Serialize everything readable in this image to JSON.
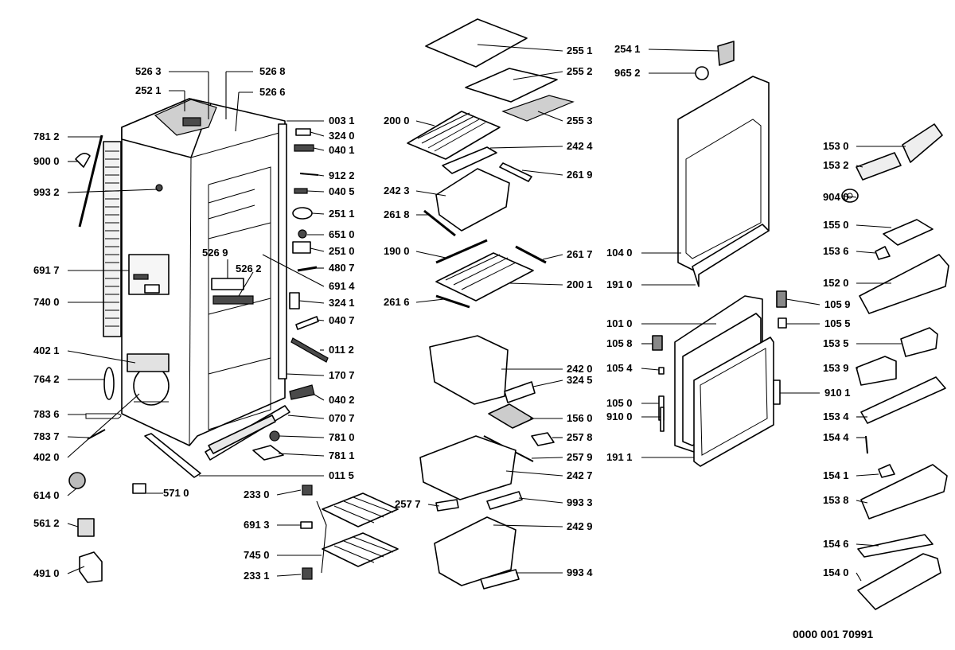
{
  "drawing_number": "0000 001 70991",
  "labels": {
    "l5263": "526 3",
    "l5268": "526 8",
    "l2521": "252 1",
    "l5266": "526 6",
    "l0031": "003 1",
    "l3240": "324 0",
    "l0401": "040 1",
    "l9122": "912 2",
    "l0405": "040 5",
    "l2511": "251 1",
    "l6510": "651 0",
    "l2510": "251 0",
    "l4807": "480 7",
    "l6914": "691 4",
    "l3241": "324 1",
    "l0407": "040 7",
    "l0112": "011 2",
    "l1707": "170 7",
    "l0402": "040 2",
    "l0707": "070 7",
    "l7810": "781 0",
    "l7811": "781 1",
    "l0115": "011 5",
    "l7812": "781 2",
    "l9000": "900 0",
    "l9932": "993 2",
    "l6917": "691 7",
    "l7400": "740 0",
    "l4021": "402 1",
    "l7642": "764 2",
    "l7836": "783 6",
    "l7837": "783 7",
    "l4020": "402 0",
    "l6140": "614 0",
    "l5710": "571 0",
    "l5612": "561 2",
    "l4910": "491 0",
    "l5269": "526 9",
    "l5262": "526 2",
    "l2551": "255 1",
    "l2552": "255 2",
    "l2553": "255 3",
    "l2000": "200 0",
    "l2424": "242 4",
    "l2619": "261 9",
    "l2423": "242 3",
    "l2618": "261 8",
    "l1900": "190 0",
    "l2617": "261 7",
    "l2001": "200 1",
    "l2616": "261 6",
    "l2420": "242 0",
    "l3245": "324 5",
    "l1560": "156 0",
    "l2578": "257 8",
    "l2579": "257 9",
    "l2427": "242 7",
    "l2577": "257 7",
    "l9933": "993 3",
    "l2429": "242 9",
    "l9934": "993 4",
    "l2330": "233 0",
    "l6913": "691 3",
    "l7450": "745 0",
    "l2331": "233 1",
    "l2541": "254 1",
    "l9652": "965 2",
    "l1040": "104 0",
    "l1910": "191 0",
    "l1010": "101 0",
    "l1058": "105 8",
    "l1054": "105 4",
    "l1050": "105 0",
    "l9100": "910 0",
    "l1911": "191 1",
    "l1059": "105 9",
    "l1055": "105 5",
    "l9101": "910 1",
    "l1530": "153 0",
    "l1532": "153 2",
    "l9040": "904 0",
    "l1550": "155 0",
    "l1536": "153 6",
    "l1520": "152 0",
    "l1535": "153 5",
    "l1539": "153 9",
    "l1534": "153 4",
    "l1544": "154 4",
    "l1541": "154 1",
    "l1538": "153 8",
    "l1546": "154 6",
    "l1540": "154 0"
  }
}
